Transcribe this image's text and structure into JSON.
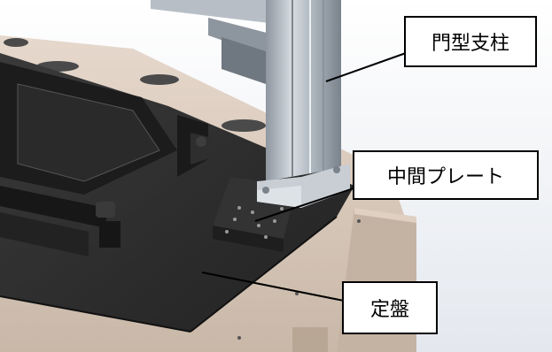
{
  "labels": {
    "gantry_column": "門型支柱",
    "intermediate_plate": "中間プレート",
    "surface_plate": "定盤"
  },
  "colors": {
    "frame": "#d8c8b8",
    "plate": "#2f2f2f",
    "aluminum": "#b9c0c8",
    "background": "#eef2f6"
  }
}
